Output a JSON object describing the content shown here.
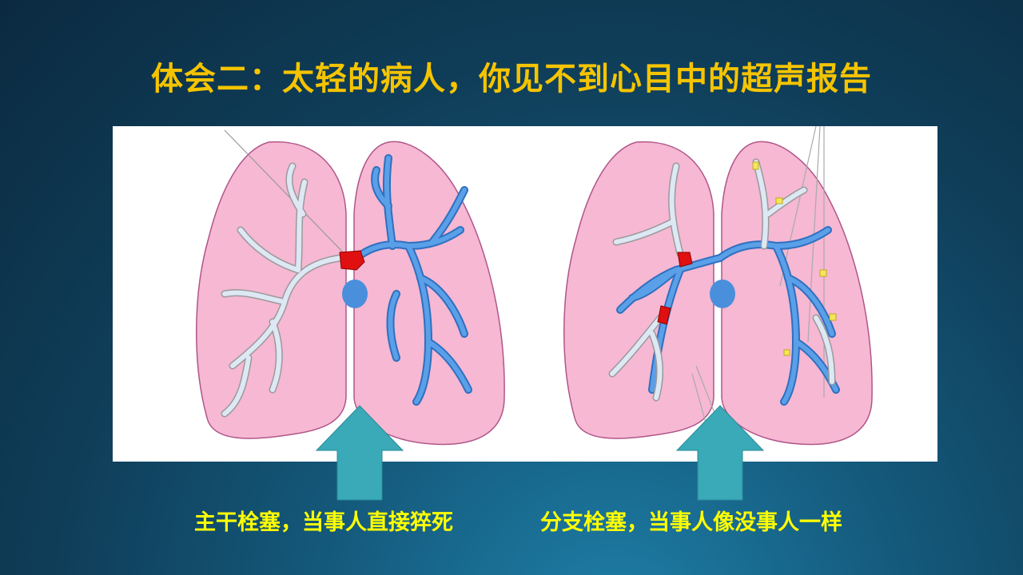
{
  "slide": {
    "title": "体会二：太轻的病人，你见不到心目中的超声报告"
  },
  "captions": {
    "left": "主干栓塞，当事人直接猝死",
    "right": "分支栓塞，当事人像没事人一样"
  },
  "colors": {
    "title": "#f5c400",
    "caption": "#ffff00",
    "lung_fill": "#f6b8d2",
    "vessel_blue": "#4a8fdc",
    "vessel_pale": "#dde8f4",
    "clot_red": "#e01010",
    "clot_yellow": "#f3e65a",
    "arrow_teal": "#3aa9b8"
  },
  "icons": [
    "arrow-up-icon",
    "arrow-up-icon"
  ]
}
